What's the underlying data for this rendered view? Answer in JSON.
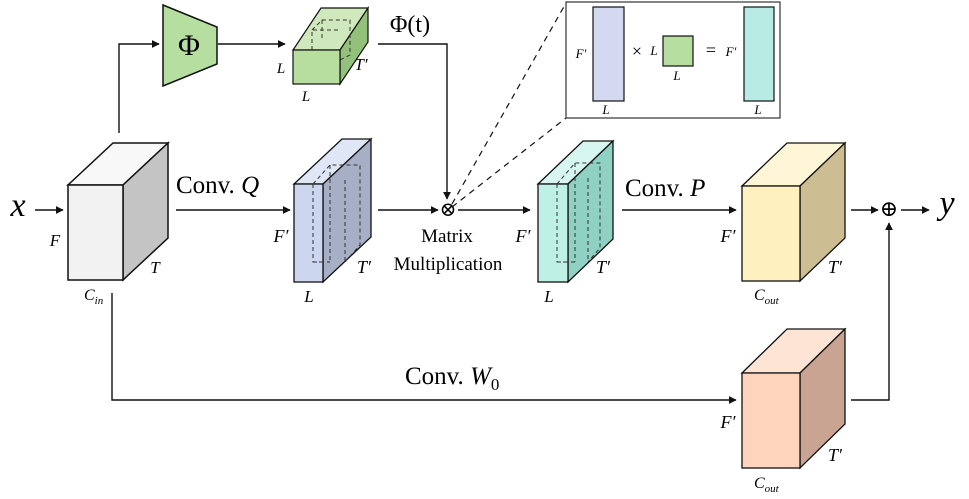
{
  "labels": {
    "input_x": "x",
    "output_y": "y",
    "input_F": "F",
    "input_T": "T",
    "input_C": "C",
    "input_C_sub": "in",
    "phi_block": "Φ",
    "phi_t_text": "Φ(t)",
    "phi_L_side": "L",
    "phi_L_bottom": "L",
    "phi_T_prime": "T′",
    "conv_q_text": "Conv. ",
    "conv_q_var": "Q",
    "q_F_prime": "F′",
    "q_T_prime": "T′",
    "q_L": "L",
    "matmul_symbol": "⊗",
    "matmul_line1": "Matrix",
    "matmul_line2": "Multiplication",
    "mid_F_prime": "F′",
    "mid_T_prime": "T′",
    "mid_L": "L",
    "conv_p_text": "Conv. ",
    "conv_p_var": "P",
    "out_F_prime": "F′",
    "out_T_prime": "T′",
    "out_C": "C",
    "out_C_sub": "out",
    "plus_symbol": "⊕",
    "conv_w0_text": "Conv. ",
    "conv_w0_var": "W",
    "conv_w0_sub": "0",
    "w0_F_prime": "F′",
    "w0_T_prime": "T′",
    "w0_C": "C",
    "w0_C_sub": "out",
    "inset_F_prime_left": "F′",
    "inset_L_left": "L",
    "inset_times": "×",
    "inset_L_mid_side": "L",
    "inset_L_mid_bottom": "L",
    "inset_equals": "=",
    "inset_F_prime_right": "F′",
    "inset_L_right": "L"
  },
  "colors": {
    "input_front": "#f2f2f2",
    "input_top": "#f8f8f8",
    "input_side": "#c4c4c4",
    "phi_fill": "#b5dea0",
    "phi_out_front": "#b7de9e",
    "phi_out_top": "#cfe9bd",
    "phi_out_side": "#93c07a",
    "q_front": "#cdd6ef",
    "q_top": "#dfe6f6",
    "q_side": "#a6afc6",
    "mid_front": "#bff0e6",
    "mid_top": "#d6f6ef",
    "mid_side": "#8fd1c3",
    "p_front": "#fff0c0",
    "p_top": "#fff6d8",
    "p_side": "#cdbd92",
    "w0_front": "#fdd4bc",
    "w0_top": "#fee4d4",
    "w0_side": "#c9a492",
    "inset_left": "#d4d8f0",
    "inset_mid": "#b5dea0",
    "inset_right": "#b8ebe4"
  }
}
